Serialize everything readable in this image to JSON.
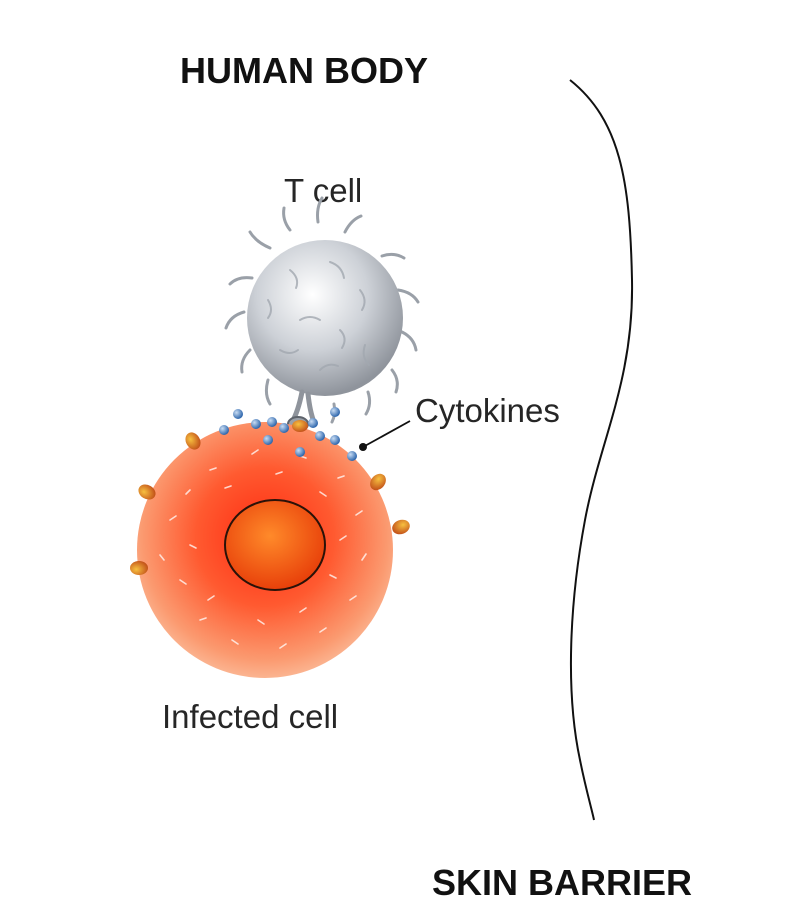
{
  "labels": {
    "human_body": "HUMAN BODY",
    "skin_barrier": "SKIN BARRIER",
    "t_cell": "T cell",
    "cytokines": "Cytokines",
    "infected_cell": "Infected cell"
  },
  "colors": {
    "t_cell": "#c9cdd3",
    "infected_cell": "#f5602d",
    "nucleus": "#ef5a10",
    "cytokine": "#5b8fc9",
    "antigen": "#d97b1d",
    "outline": "#111111"
  }
}
